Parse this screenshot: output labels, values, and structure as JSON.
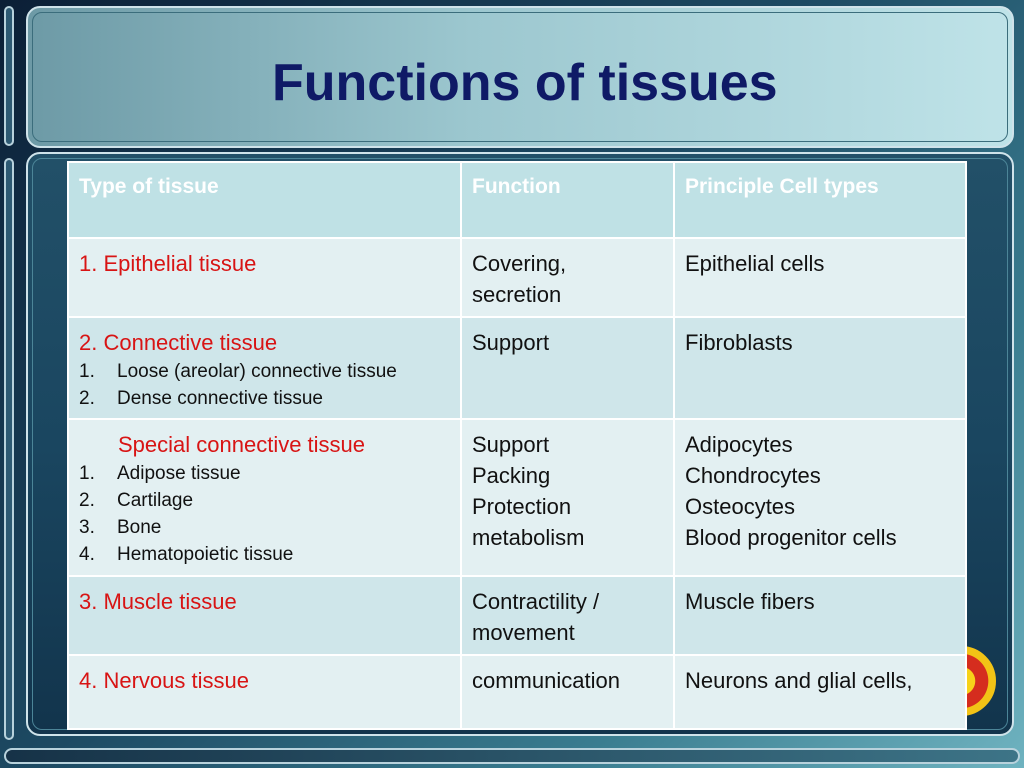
{
  "slide": {
    "title": "Functions of tissues"
  },
  "table": {
    "headers": [
      "Type of tissue",
      "Function",
      "Principle Cell types"
    ],
    "rows": [
      {
        "type": "1. Epithelial tissue",
        "subtypes": [],
        "function": [
          "Covering,",
          "secretion"
        ],
        "cells": [
          "Epithelial cells"
        ]
      },
      {
        "type": "2. Connective tissue",
        "subtypes": [
          {
            "num": "1.",
            "label": "Loose (areolar) connective tissue"
          },
          {
            "num": "2.",
            "label": "Dense connective tissue"
          }
        ],
        "function": [
          "Support"
        ],
        "cells": [
          "Fibroblasts"
        ]
      },
      {
        "type": "Special connective tissue",
        "subtypes": [
          {
            "num": "1.",
            "label": "Adipose tissue"
          },
          {
            "num": "2.",
            "label": "Cartilage"
          },
          {
            "num": "3.",
            "label": "Bone"
          },
          {
            "num": "4.",
            "label": "Hematopoietic tissue"
          }
        ],
        "function": [
          "Support",
          "Packing",
          "Protection",
          "metabolism"
        ],
        "cells": [
          "Adipocytes",
          "Chondrocytes",
          "Osteocytes",
          "Blood progenitor cells"
        ]
      },
      {
        "type": "3. Muscle tissue",
        "subtypes": [],
        "function": [
          "Contractility /",
          "movement"
        ],
        "cells": [
          "Muscle fibers"
        ]
      },
      {
        "type": "4. Nervous tissue",
        "subtypes": [],
        "function": [
          "communication"
        ],
        "cells": [
          "Neurons and glial cells,"
        ]
      }
    ]
  },
  "colors": {
    "title": "#0f1a66",
    "tissue_type": "#d81414",
    "header_bg": "#bfe1e5",
    "row_light": "#e3f0f2",
    "row_mid": "#cfe6ea"
  },
  "icons": {
    "logo": "institution-seal-icon"
  }
}
